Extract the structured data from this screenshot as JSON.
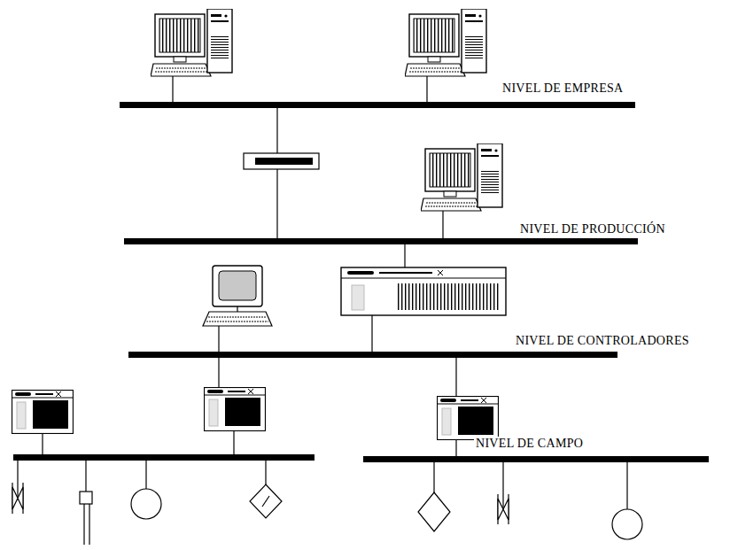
{
  "diagram": {
    "labels": [
      "NIVEL DE EMPRESA",
      "NIVEL DE PRODUCCIÓN",
      "NIVEL DE CONTROLADORES",
      "NIVEL DE CAMPO"
    ]
  }
}
